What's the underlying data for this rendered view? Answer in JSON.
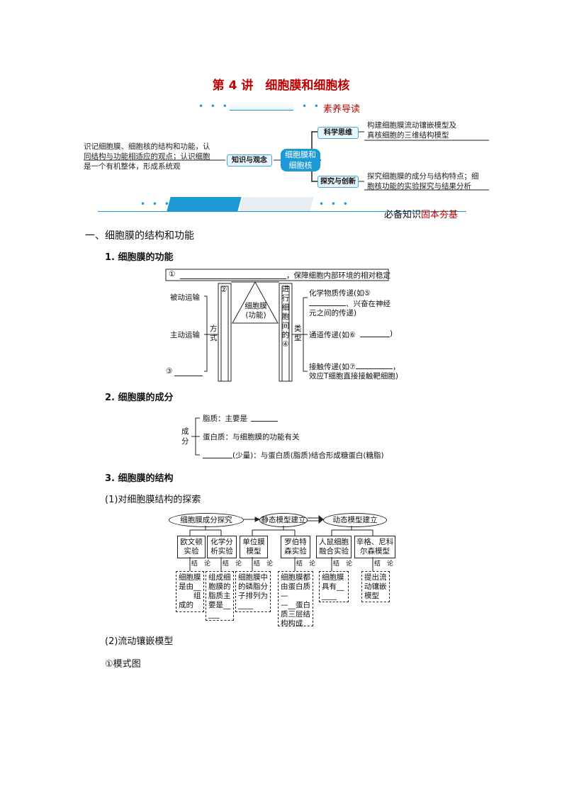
{
  "title": "第 4 讲　细胞膜和细胞核",
  "banner1": {
    "dots_left": "• • •",
    "dots_right": "• •",
    "label": "素养导读"
  },
  "mindmap": {
    "left_text": [
      "识记细胞膜、细胞核的结构和功能，认",
      "同结构与功能相适应的观点；认识细胞",
      "是一个有机整体，形成系统观"
    ],
    "knowledge": "知识与观念",
    "center": [
      "细胞膜和",
      "细胞核"
    ],
    "science": "科学思维",
    "science_text": [
      "构建细胞膜流动镶嵌模型及",
      "真核细胞的三维结构模型"
    ],
    "explore": "探究与创新",
    "explore_text": [
      "探究细胞膜的成分与结构特点；细",
      "胞核功能的实验探究与结果分析"
    ]
  },
  "banner2": {
    "dots_left": "• • •",
    "dots_right": "• • •",
    "label_black": "必备知识",
    "label_red": "固本夯基"
  },
  "section1": "一、细胞膜的结构和功能",
  "sub1": "1. 细胞膜的功能",
  "fig1": {
    "top": "①",
    "top_text": "，保障细胞内部环境的相对稳定",
    "col2": "②",
    "triangle": [
      "细胞膜",
      "(功能)"
    ],
    "col4": [
      "进",
      "行",
      "细",
      "胞",
      "间",
      "的",
      "④"
    ],
    "passive": "被动运输",
    "active": "主动运输",
    "three": "③",
    "fangshi": [
      "方",
      "式"
    ],
    "leixing": [
      "类",
      "型"
    ],
    "chem": [
      "化学物质传递(如⑤",
      "、兴奋在神经",
      "元之间的传递)"
    ],
    "channel": "通道传递(如⑥",
    "channel_end": ")",
    "contact": [
      "接触传递(如⑦",
      "，",
      "效应T细胞直接接触靶细胞)"
    ]
  },
  "sub2": "2. 细胞膜的成分",
  "fig2": {
    "cheng": "成",
    "fen": "分",
    "lipid": "脂质：主要是",
    "protein": "蛋白质：与细胞膜的功能有关",
    "sugar": "(少量)：与蛋白质(脂质)结合形成糖蛋白(糖脂)"
  },
  "sub3": "3. 细胞膜的结构",
  "sub3_1": "(1)对细胞膜结构的探索",
  "fig3": {
    "oval1": "细胞膜成分探究",
    "oval2": "静态模型建立",
    "oval3": "动态模型建立",
    "cells": [
      [
        "欧文顿",
        "实验"
      ],
      [
        "化学分",
        "析实验"
      ],
      [
        "单位膜",
        "模型"
      ],
      [
        "罗伯特",
        "森实验"
      ],
      [
        "人鼠细胞",
        "融合实验"
      ],
      [
        "辛格、尼科",
        "尔森模型"
      ]
    ],
    "conclusion": "结　论",
    "dcells": [
      [
        "细胞膜",
        "是由__",
        "　　组",
        "成的"
      ],
      [
        "组成细",
        "胞膜的",
        "脂质主",
        "要是__",
        "___"
      ],
      [
        "细胞膜中",
        "的磷脂分",
        "子排列为",
        "____"
      ],
      [
        "细胞膜都",
        "由蛋白质",
        "—",
        "—__蛋白",
        "质三层结",
        "构构成"
      ],
      [
        "细胞膜",
        "具有__",
        "____"
      ],
      [
        "提出流",
        "动镶嵌",
        "模型"
      ]
    ]
  },
  "sub3_2": "(2)流动镶嵌模型",
  "sub3_2a": "①模式图"
}
